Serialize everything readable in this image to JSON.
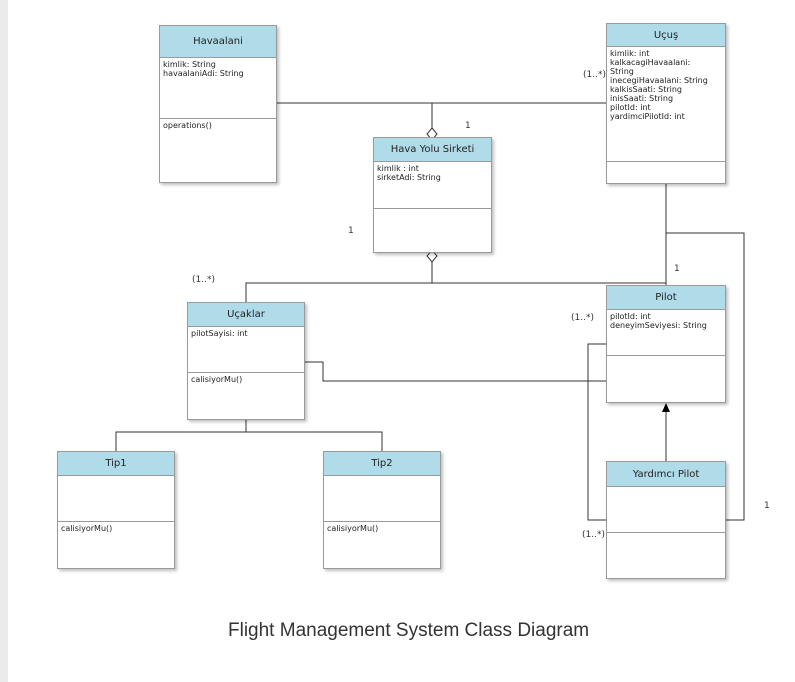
{
  "classes": {
    "havaalani": {
      "name": "Havaalani",
      "attributes": "kimlik: String\nhavaalaniAdi: String",
      "operations": "operations()"
    },
    "ucus": {
      "name": "Uçuş",
      "attributes": "kimlik: int\nkalkacagiHavaalani:\nString\ninecegiHavaalani: String\nkalkisSaati: String\ninisSaati: String\npilotId: int\nyardimciPilotId: int",
      "operations": ""
    },
    "hava_yolu": {
      "name": "Hava Yolu Sirketi",
      "attributes": "kimlik : int\nsirketAdi: String",
      "operations": ""
    },
    "ucaklar": {
      "name": "Uçaklar",
      "attributes": "pilotSayisi: int",
      "operations": "calisiyorMu()"
    },
    "pilot": {
      "name": "Pilot",
      "attributes": "pilotId: int\ndeneyimSeviyesi: String",
      "operations": ""
    },
    "tip1": {
      "name": "Tip1",
      "attributes": "",
      "operations": "calisiyorMu()"
    },
    "tip2": {
      "name": "Tip2",
      "attributes": "",
      "operations": "calisiyorMu()"
    },
    "yardimci": {
      "name": "Yardımcı Pilot",
      "attributes": "",
      "operations": ""
    }
  },
  "multiplicities": {
    "ucus_left": "(1..*)",
    "hava_yolu_top": "1",
    "hava_yolu_left": "1",
    "ucaklar_top": "(1..*)",
    "pilot_top": "1",
    "pilot_left": "(1..*)",
    "yardimci_left": "(1..*)",
    "yardimci_right": "1"
  },
  "caption": "Flight Management System Class Diagram"
}
